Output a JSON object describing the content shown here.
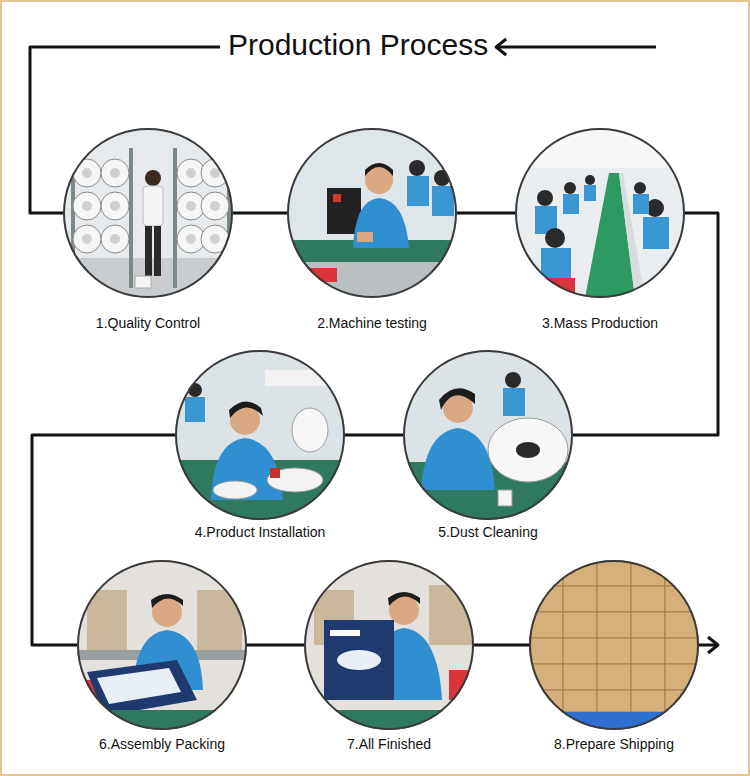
{
  "diagram": {
    "title": "Production Process",
    "nodes": [
      {
        "text": [
          "1.Quality Control"
        ]
      },
      {
        "text": [
          "2.Machine testing"
        ]
      },
      {
        "text": [
          "3.Mass Production"
        ]
      },
      {
        "text": [
          "4.Product Installation"
        ]
      },
      {
        "text": [
          "5.Dust Cleaning"
        ]
      },
      {
        "text": [
          "6.Assembly Packing"
        ]
      },
      {
        "text": [
          "7.All Finished"
        ]
      },
      {
        "text": [
          "8.Prepare Shipping"
        ]
      }
    ],
    "edges": [
      {
        "from": 0,
        "to": 1,
        "arrow": "none"
      },
      {
        "from": 1,
        "to": 2,
        "arrow": "none"
      },
      {
        "from": 2,
        "to": 4,
        "arrow": "none"
      },
      {
        "from": 4,
        "to": 3,
        "arrow": "none"
      },
      {
        "from": 3,
        "to": 5,
        "arrow": "none"
      },
      {
        "from": 5,
        "to": 6,
        "arrow": "none"
      },
      {
        "from": 6,
        "to": 7,
        "arrow": "none"
      }
    ]
  }
}
